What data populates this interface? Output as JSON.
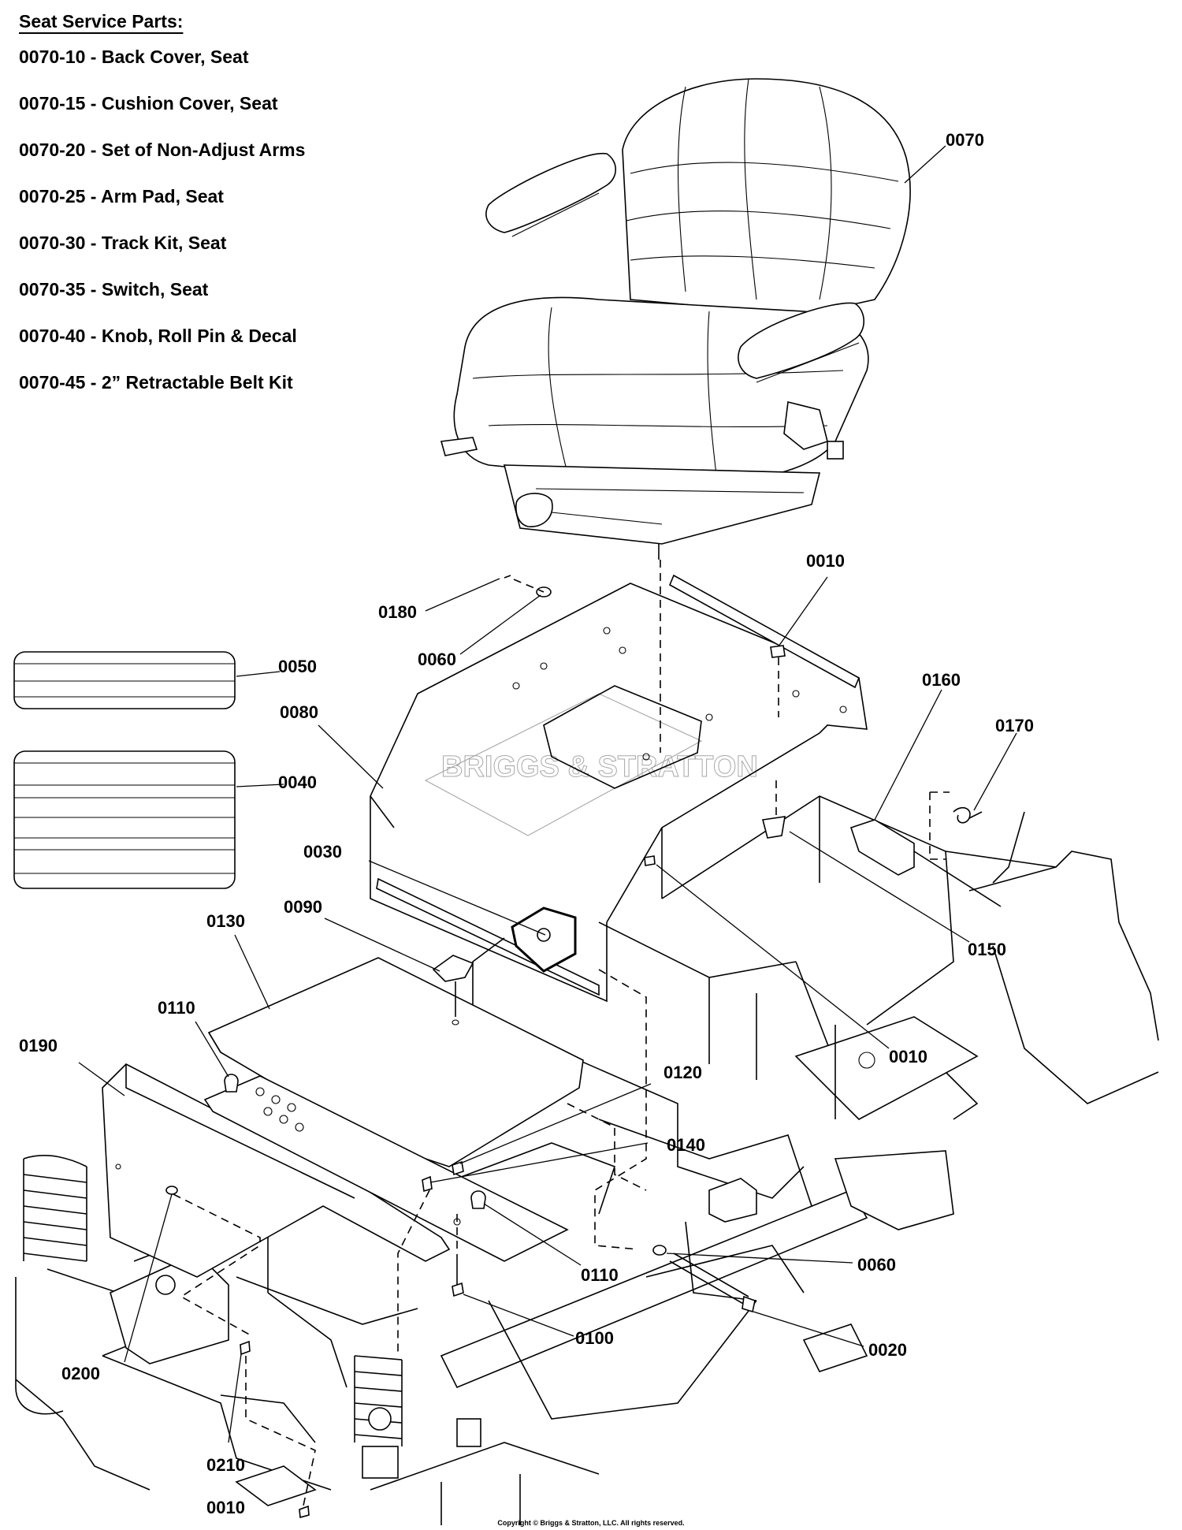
{
  "legend": {
    "title": "Seat Service Parts:",
    "items": [
      "0070-10 - Back Cover, Seat",
      "0070-15 - Cushion Cover, Seat",
      "0070-20 - Set of Non-Adjust Arms",
      "0070-25 - Arm Pad, Seat",
      "0070-30 - Track Kit, Seat",
      "0070-35 - Switch, Seat",
      "0070-40 - Knob, Roll Pin & Decal",
      "0070-45 - 2” Retractable Belt Kit"
    ]
  },
  "callouts": {
    "c0070": "0070",
    "c0010a": "0010",
    "c0180": "0180",
    "c0060a": "0060",
    "c0050": "0050",
    "c0160": "0160",
    "c0080": "0080",
    "c0170": "0170",
    "c0040": "0040",
    "c0030": "0030",
    "c0150": "0150",
    "c0130": "0130",
    "c0090": "0090",
    "c0010b": "0010",
    "c0110a": "0110",
    "c0190": "0190",
    "c0120": "0120",
    "c0140": "0140",
    "c0060b": "0060",
    "c0110b": "0110",
    "c0100": "0100",
    "c0020": "0020",
    "c0200": "0200",
    "c0210": "0210",
    "c0010c": "0010"
  },
  "watermark": "BRIGGS & STRATTON",
  "copyright": "Copyright © Briggs & Stratton, LLC. All rights reserved."
}
